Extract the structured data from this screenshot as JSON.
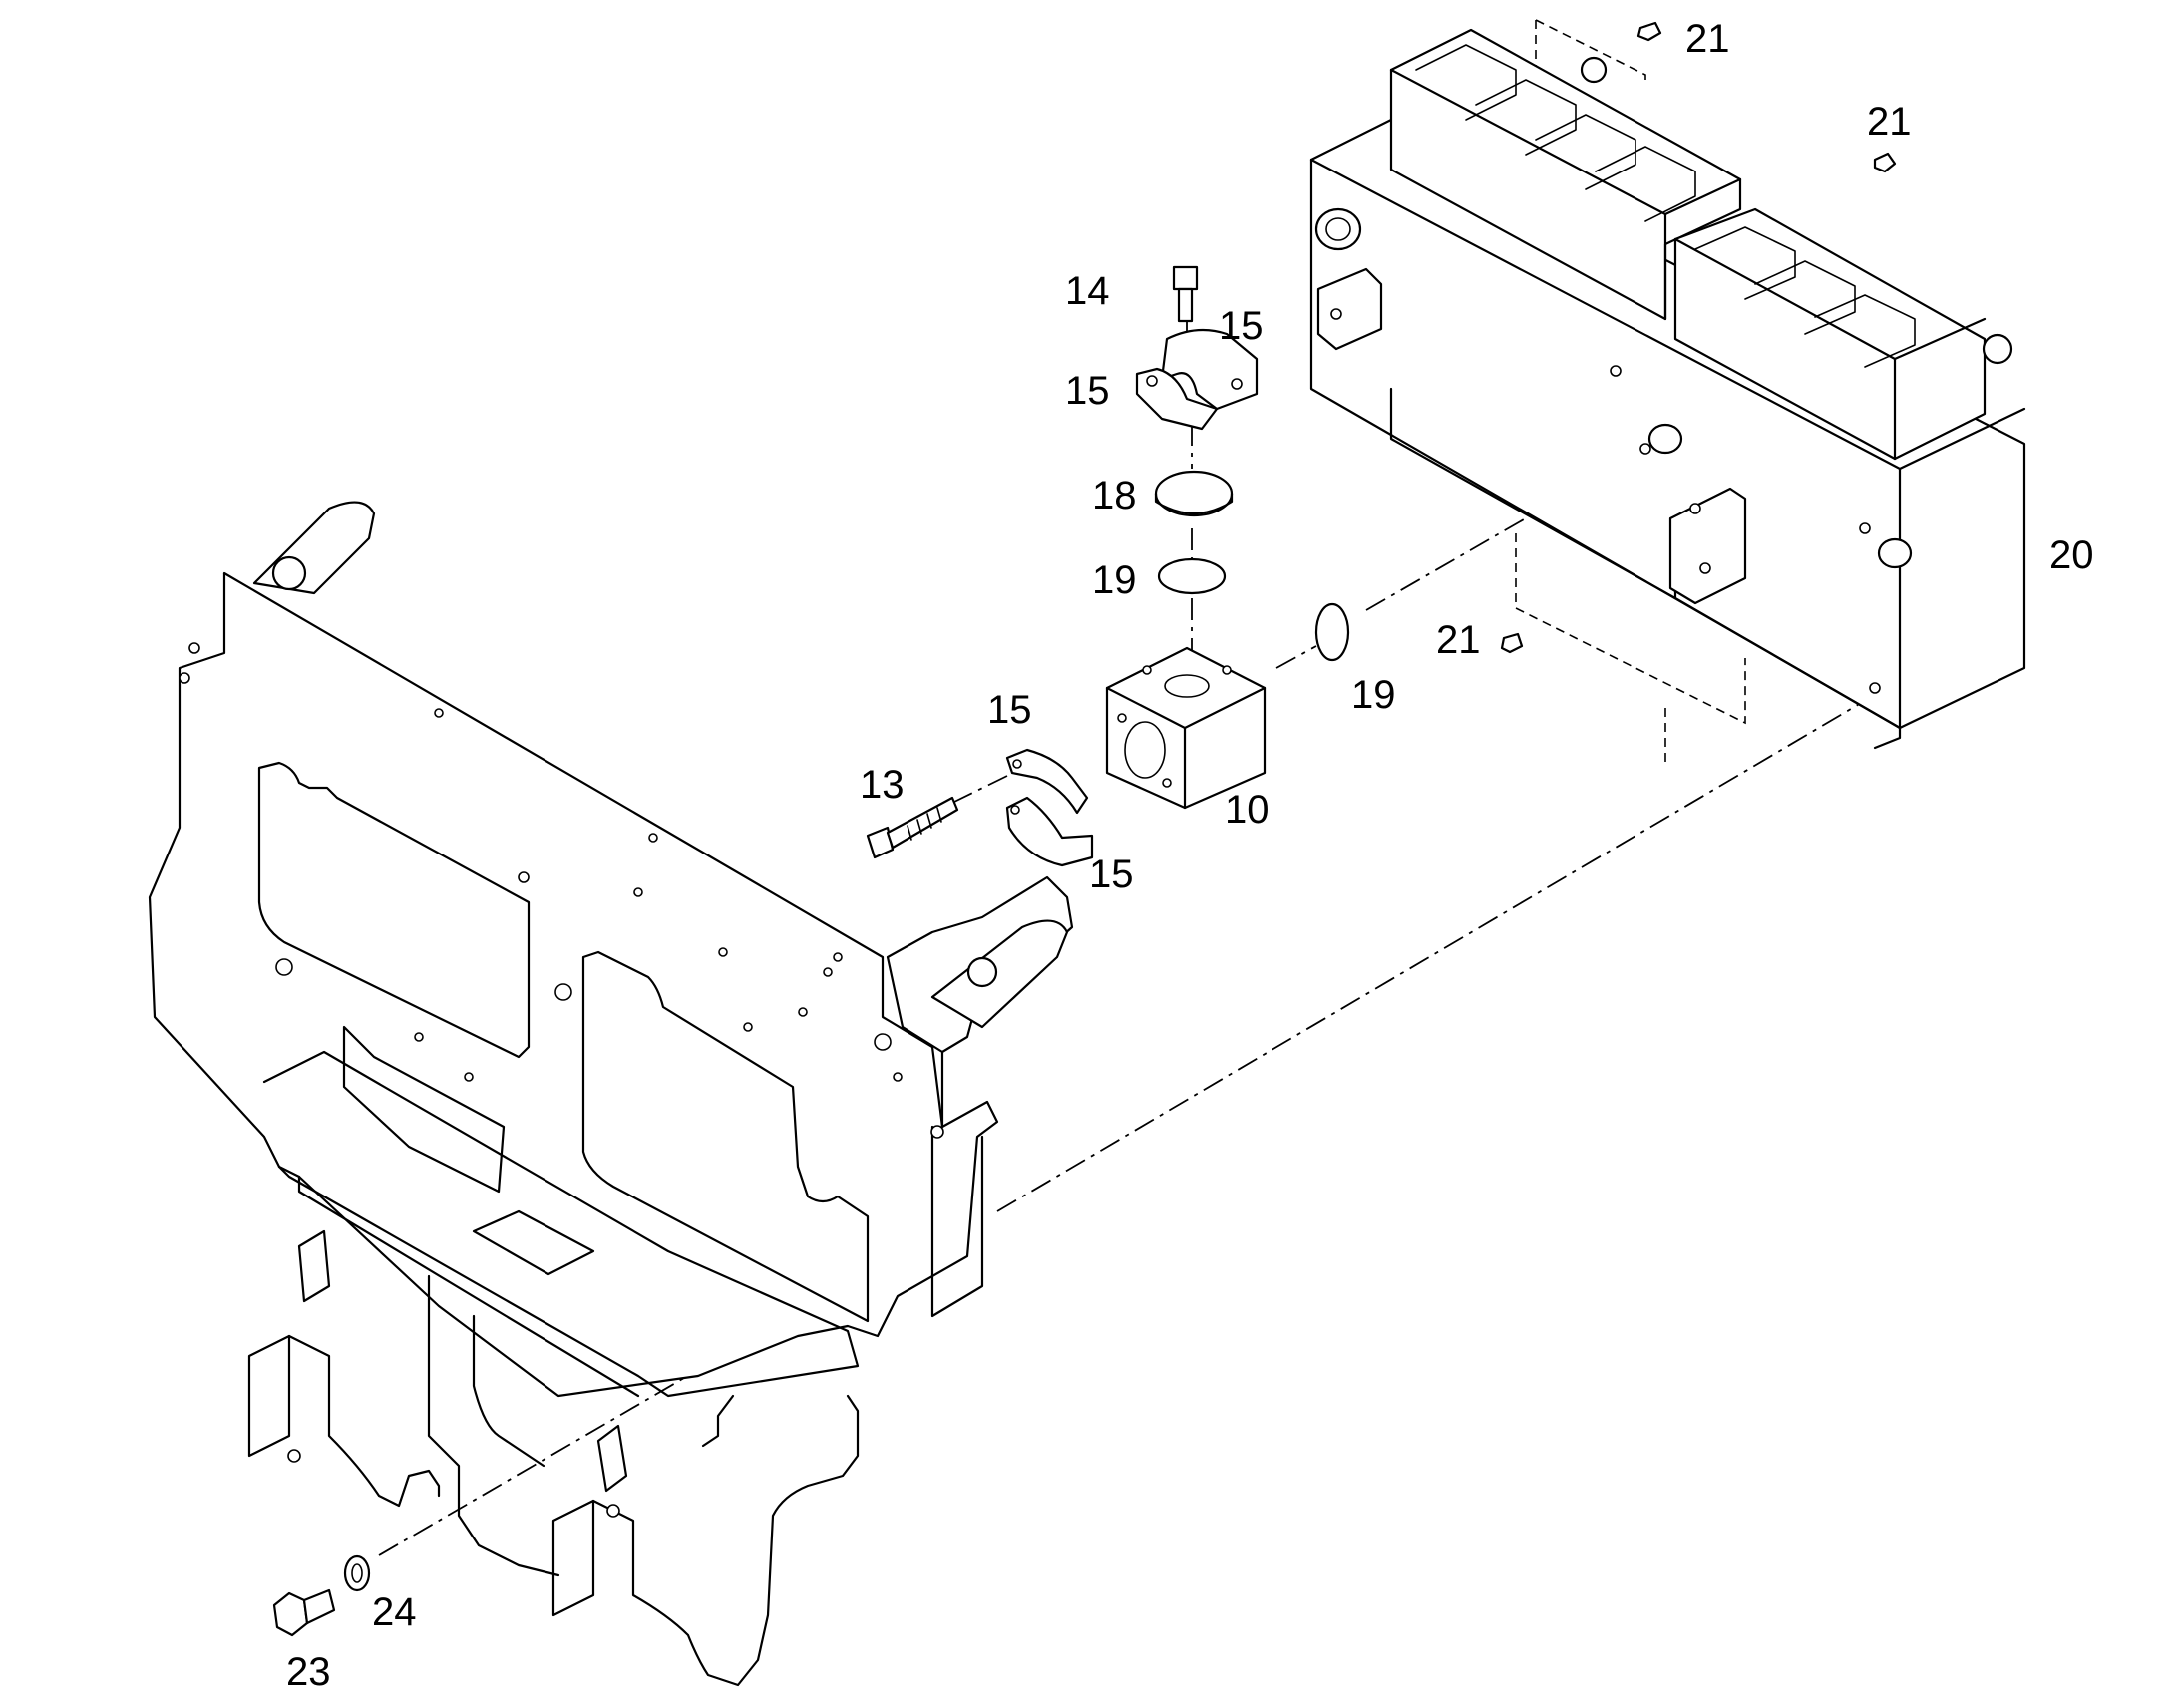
{
  "callouts": [
    {
      "text": "21"
    },
    {
      "text": "21"
    },
    {
      "text": "14"
    },
    {
      "text": "15"
    },
    {
      "text": "15"
    },
    {
      "text": "18"
    },
    {
      "text": "19"
    },
    {
      "text": "21"
    },
    {
      "text": "19"
    },
    {
      "text": "20"
    },
    {
      "text": "15"
    },
    {
      "text": "13"
    },
    {
      "text": "10"
    },
    {
      "text": "15"
    },
    {
      "text": "24"
    },
    {
      "text": "23"
    }
  ]
}
